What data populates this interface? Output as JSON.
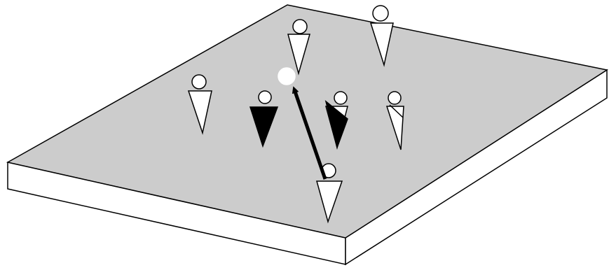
{
  "colors": {
    "background": "#ffffff",
    "field_top": "#cccccc",
    "field_side": "#ffffff",
    "outline": "#000000",
    "team_a_fill": "#ffffff",
    "team_b_fill": "#000000",
    "ball_fill": "#ffffff",
    "pass_arrow": "#000000"
  },
  "scene": {
    "field": "raised-rectangular-pitch",
    "players": [
      {
        "id": "player-1",
        "team": "white",
        "style": "full"
      },
      {
        "id": "player-2",
        "team": "white",
        "style": "full"
      },
      {
        "id": "player-3",
        "team": "white",
        "style": "full"
      },
      {
        "id": "player-4",
        "team": "black",
        "style": "full"
      },
      {
        "id": "player-5",
        "team": "black",
        "style": "half"
      },
      {
        "id": "player-6",
        "team": "white",
        "style": "half"
      },
      {
        "id": "player-7",
        "team": "white",
        "style": "full"
      }
    ],
    "ball": "ball",
    "pass": {
      "from": "player-7",
      "to": "ball"
    }
  }
}
